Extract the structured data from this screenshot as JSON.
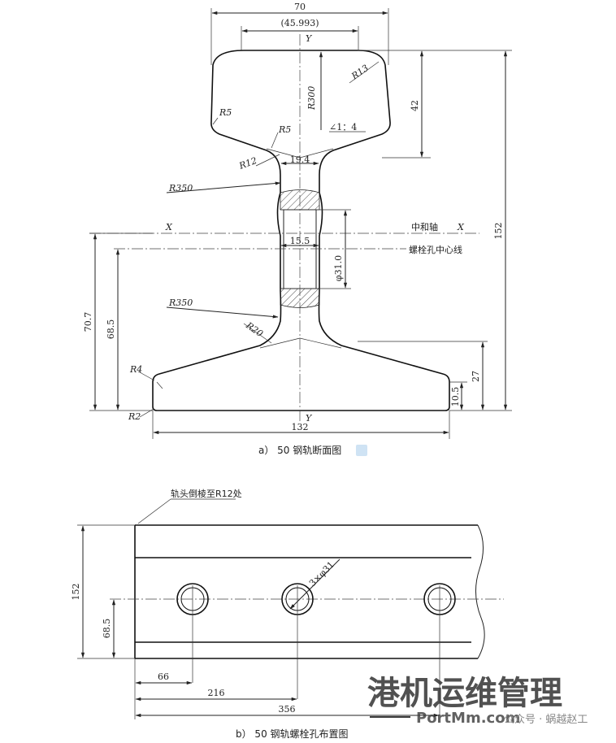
{
  "section_view": {
    "dim_head_width": "70",
    "dim_head_inner": "(45.993)",
    "axis_y_top": "Y",
    "axis_y_bottom": "Y",
    "axis_x_left": "X",
    "axis_x_right": "X",
    "radius_r13": "R13",
    "radius_r300": "R300",
    "radius_r5_left": "R5",
    "radius_r5_neck": "R5",
    "radius_r12": "R12",
    "slope": "∠1：4",
    "dim_head_height": "42",
    "dim_total_height": "152",
    "dim_web_top": "19.4",
    "radius_r350_top": "R350",
    "label_neutral_axis": "中和轴",
    "dim_web_thickness": "15.5",
    "label_bolt_centerline": "螺栓孔中心线",
    "dim_hole_dia": "φ31.0",
    "radius_r350_bottom": "R350",
    "radius_r20": "R20",
    "dim_70_7": "70.7",
    "dim_68_5": "68.5",
    "radius_r4": "R4",
    "radius_r2": "R2",
    "dim_base_width": "132",
    "dim_27": "27",
    "dim_10_5": "10.5",
    "caption": "a）  50 钢轨断面图"
  },
  "hole_view": {
    "note": "轨头倒棱至R12处",
    "dim_height": "152",
    "dim_hole_height": "68.5",
    "hole_callout": "3×φ31",
    "dim_66": "66",
    "dim_216": "216",
    "dim_356": "356",
    "caption": "b）  50 钢轨螺栓孔布置图"
  },
  "watermark": {
    "title": "港机运维管理",
    "site": "PortMm.com",
    "sub": "公众号 · 蜗越赵工"
  }
}
